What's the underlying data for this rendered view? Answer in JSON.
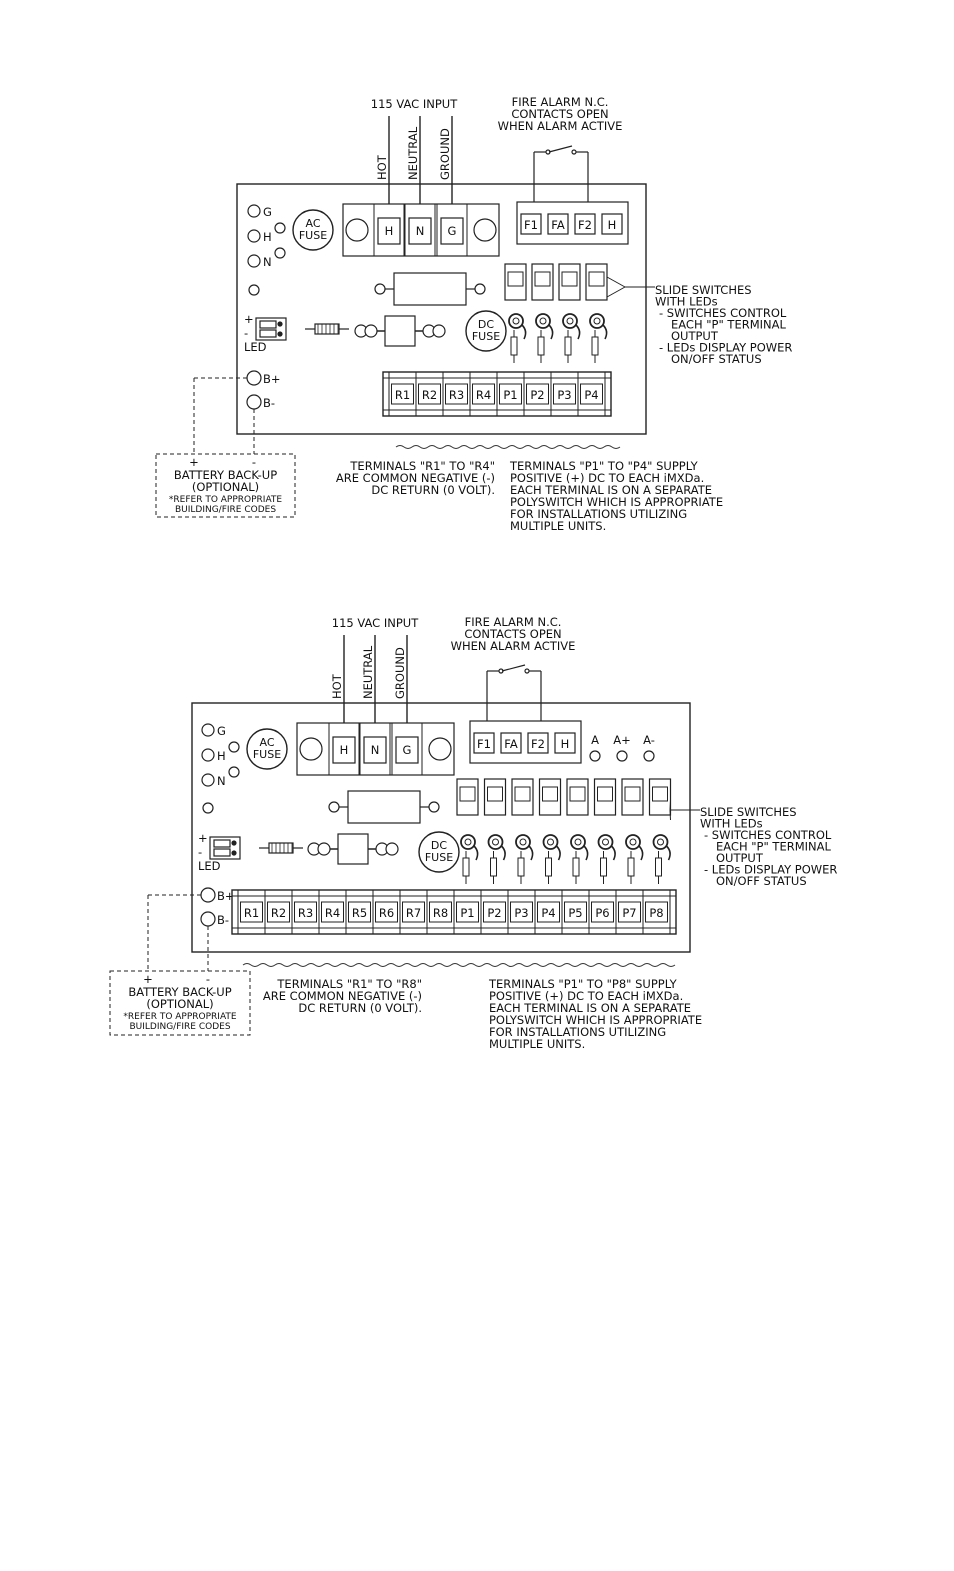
{
  "diagrams": [
    {
      "input_label": "115 VAC INPUT",
      "wire_labels": [
        "HOT",
        "NEUTRAL",
        "GROUND"
      ],
      "mains_terminals": [
        "H",
        "N",
        "G"
      ],
      "fire_alarm_lines": [
        "FIRE ALARM N.C.",
        "CONTACTS OPEN",
        "WHEN ALARM ACTIVE"
      ],
      "fire_terminals": [
        "F1",
        "FA",
        "F2",
        "H"
      ],
      "ground_labels": [
        "G",
        "H",
        "N"
      ],
      "ac_fuse": [
        "AC",
        "FUSE"
      ],
      "dc_fuse": [
        "DC",
        "FUSE"
      ],
      "led_signs": [
        "+",
        "-"
      ],
      "led_label": "LED",
      "battery_terminals": [
        "B+",
        "B-"
      ],
      "battery_signs": [
        "+",
        "-"
      ],
      "battery_lines": [
        "BATTERY BACK-UP",
        "(OPTIONAL)"
      ],
      "battery_note": [
        "*REFER TO APPROPRIATE",
        "BUILDING/FIRE CODES"
      ],
      "output_terminals": [
        "R1",
        "R2",
        "R3",
        "R4",
        "P1",
        "P2",
        "P3",
        "P4"
      ],
      "switch_count": 4,
      "switch_lines": [
        "SLIDE SWITCHES",
        "WITH LEDs",
        "- SWITCHES CONTROL",
        "EACH \"P\" TERMINAL",
        "OUTPUT",
        "- LEDs DISPLAY POWER",
        "ON/OFF STATUS"
      ],
      "return_note": [
        "TERMINALS \"R1\" TO \"R4\"",
        "ARE COMMON NEGATIVE (-)",
        "DC RETURN (0 VOLT)."
      ],
      "supply_note": [
        "TERMINALS \"P1\" TO \"P4\" SUPPLY",
        "POSITIVE (+) DC TO EACH iMXDa.",
        "EACH TERMINAL IS ON A SEPARATE",
        "POLYSWITCH WHICH IS APPROPRIATE",
        "FOR INSTALLATIONS UTILIZING",
        "MULTIPLE UNITS."
      ],
      "aux_terminals": []
    },
    {
      "input_label": "115 VAC INPUT",
      "wire_labels": [
        "HOT",
        "NEUTRAL",
        "GROUND"
      ],
      "mains_terminals": [
        "H",
        "N",
        "G"
      ],
      "fire_alarm_lines": [
        "FIRE ALARM N.C.",
        "CONTACTS OPEN",
        "WHEN ALARM ACTIVE"
      ],
      "fire_terminals": [
        "F1",
        "FA",
        "F2",
        "H"
      ],
      "ground_labels": [
        "G",
        "H",
        "N"
      ],
      "ac_fuse": [
        "AC",
        "FUSE"
      ],
      "dc_fuse": [
        "DC",
        "FUSE"
      ],
      "led_signs": [
        "+",
        "-"
      ],
      "led_label": "LED",
      "battery_terminals": [
        "B+",
        "B-"
      ],
      "battery_signs": [
        "+",
        "-"
      ],
      "battery_lines": [
        "BATTERY BACK-UP",
        "(OPTIONAL)"
      ],
      "battery_note": [
        "*REFER TO APPROPRIATE",
        "BUILDING/FIRE CODES"
      ],
      "output_terminals": [
        "R1",
        "R2",
        "R3",
        "R4",
        "R5",
        "R6",
        "R7",
        "R8",
        "P1",
        "P2",
        "P3",
        "P4",
        "P5",
        "P6",
        "P7",
        "P8"
      ],
      "switch_count": 8,
      "switch_lines": [
        "SLIDE SWITCHES",
        "WITH LEDs",
        "- SWITCHES CONTROL",
        "EACH \"P\" TERMINAL",
        "OUTPUT",
        "- LEDs DISPLAY POWER",
        "ON/OFF STATUS"
      ],
      "return_note": [
        "TERMINALS \"R1\" TO \"R8\"",
        "ARE COMMON NEGATIVE (-)",
        "DC RETURN (0 VOLT)."
      ],
      "supply_note": [
        "TERMINALS \"P1\" TO \"P8\" SUPPLY",
        "POSITIVE (+) DC TO EACH iMXDa.",
        "EACH TERMINAL IS ON A SEPARATE",
        "POLYSWITCH WHICH IS APPROPRIATE",
        "FOR INSTALLATIONS UTILIZING",
        "MULTIPLE UNITS."
      ],
      "aux_terminals": [
        "A",
        "A+",
        "A-"
      ]
    }
  ]
}
